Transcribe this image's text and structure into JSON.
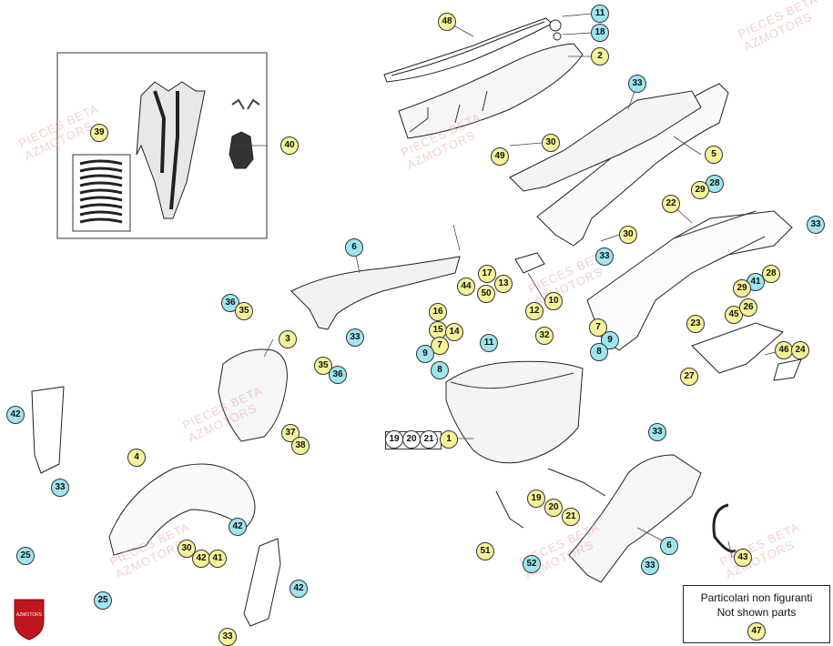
{
  "watermark": {
    "line1": "PIECES BETA",
    "line2": "AZMOTORS"
  },
  "logo": {
    "text": "AZMOTORS",
    "color": "#c0161e"
  },
  "legend": {
    "line1": "Particolari non figuranti",
    "line2": "Not shown parts",
    "number": "47"
  },
  "group_callout": {
    "numbers": [
      "19",
      "20",
      "21"
    ],
    "target": "1"
  },
  "callouts": [
    {
      "n": "48",
      "c": "y"
    },
    {
      "n": "11",
      "c": "b"
    },
    {
      "n": "18",
      "c": "b"
    },
    {
      "n": "2",
      "c": "y"
    },
    {
      "n": "33",
      "c": "b"
    },
    {
      "n": "30",
      "c": "y"
    },
    {
      "n": "49",
      "c": "y"
    },
    {
      "n": "5",
      "c": "y"
    },
    {
      "n": "39",
      "c": "y"
    },
    {
      "n": "40",
      "c": "y"
    },
    {
      "n": "28",
      "c": "b"
    },
    {
      "n": "29",
      "c": "y"
    },
    {
      "n": "22",
      "c": "y"
    },
    {
      "n": "33",
      "c": "b"
    },
    {
      "n": "33",
      "c": "b"
    },
    {
      "n": "30",
      "c": "y"
    },
    {
      "n": "6",
      "c": "b"
    },
    {
      "n": "17",
      "c": "y"
    },
    {
      "n": "13",
      "c": "y"
    },
    {
      "n": "44",
      "c": "y"
    },
    {
      "n": "50",
      "c": "y"
    },
    {
      "n": "10",
      "c": "y"
    },
    {
      "n": "41",
      "c": "b"
    },
    {
      "n": "28",
      "c": "y"
    },
    {
      "n": "29",
      "c": "y"
    },
    {
      "n": "36",
      "c": "b"
    },
    {
      "n": "35",
      "c": "y"
    },
    {
      "n": "33",
      "c": "b"
    },
    {
      "n": "16",
      "c": "y"
    },
    {
      "n": "15",
      "c": "y"
    },
    {
      "n": "14",
      "c": "y"
    },
    {
      "n": "12",
      "c": "y"
    },
    {
      "n": "7",
      "c": "y"
    },
    {
      "n": "9",
      "c": "b"
    },
    {
      "n": "45",
      "c": "y"
    },
    {
      "n": "26",
      "c": "y"
    },
    {
      "n": "23",
      "c": "y"
    },
    {
      "n": "3",
      "c": "y"
    },
    {
      "n": "7",
      "c": "y"
    },
    {
      "n": "11",
      "c": "b"
    },
    {
      "n": "32",
      "c": "y"
    },
    {
      "n": "9",
      "c": "b"
    },
    {
      "n": "8",
      "c": "b"
    },
    {
      "n": "8",
      "c": "b"
    },
    {
      "n": "35",
      "c": "y"
    },
    {
      "n": "36",
      "c": "b"
    },
    {
      "n": "46",
      "c": "y"
    },
    {
      "n": "24",
      "c": "y"
    },
    {
      "n": "27",
      "c": "y"
    },
    {
      "n": "42",
      "c": "b"
    },
    {
      "n": "37",
      "c": "y"
    },
    {
      "n": "38",
      "c": "y"
    },
    {
      "n": "4",
      "c": "y"
    },
    {
      "n": "33",
      "c": "b"
    },
    {
      "n": "33",
      "c": "b"
    },
    {
      "n": "19",
      "c": "y"
    },
    {
      "n": "20",
      "c": "y"
    },
    {
      "n": "21",
      "c": "y"
    },
    {
      "n": "25",
      "c": "b"
    },
    {
      "n": "42",
      "c": "b"
    },
    {
      "n": "30",
      "c": "y"
    },
    {
      "n": "42",
      "c": "y"
    },
    {
      "n": "41",
      "c": "y"
    },
    {
      "n": "51",
      "c": "y"
    },
    {
      "n": "52",
      "c": "b"
    },
    {
      "n": "6",
      "c": "b"
    },
    {
      "n": "33",
      "c": "b"
    },
    {
      "n": "43",
      "c": "y"
    },
    {
      "n": "42",
      "c": "b"
    },
    {
      "n": "25",
      "c": "b"
    },
    {
      "n": "33",
      "c": "y"
    }
  ]
}
